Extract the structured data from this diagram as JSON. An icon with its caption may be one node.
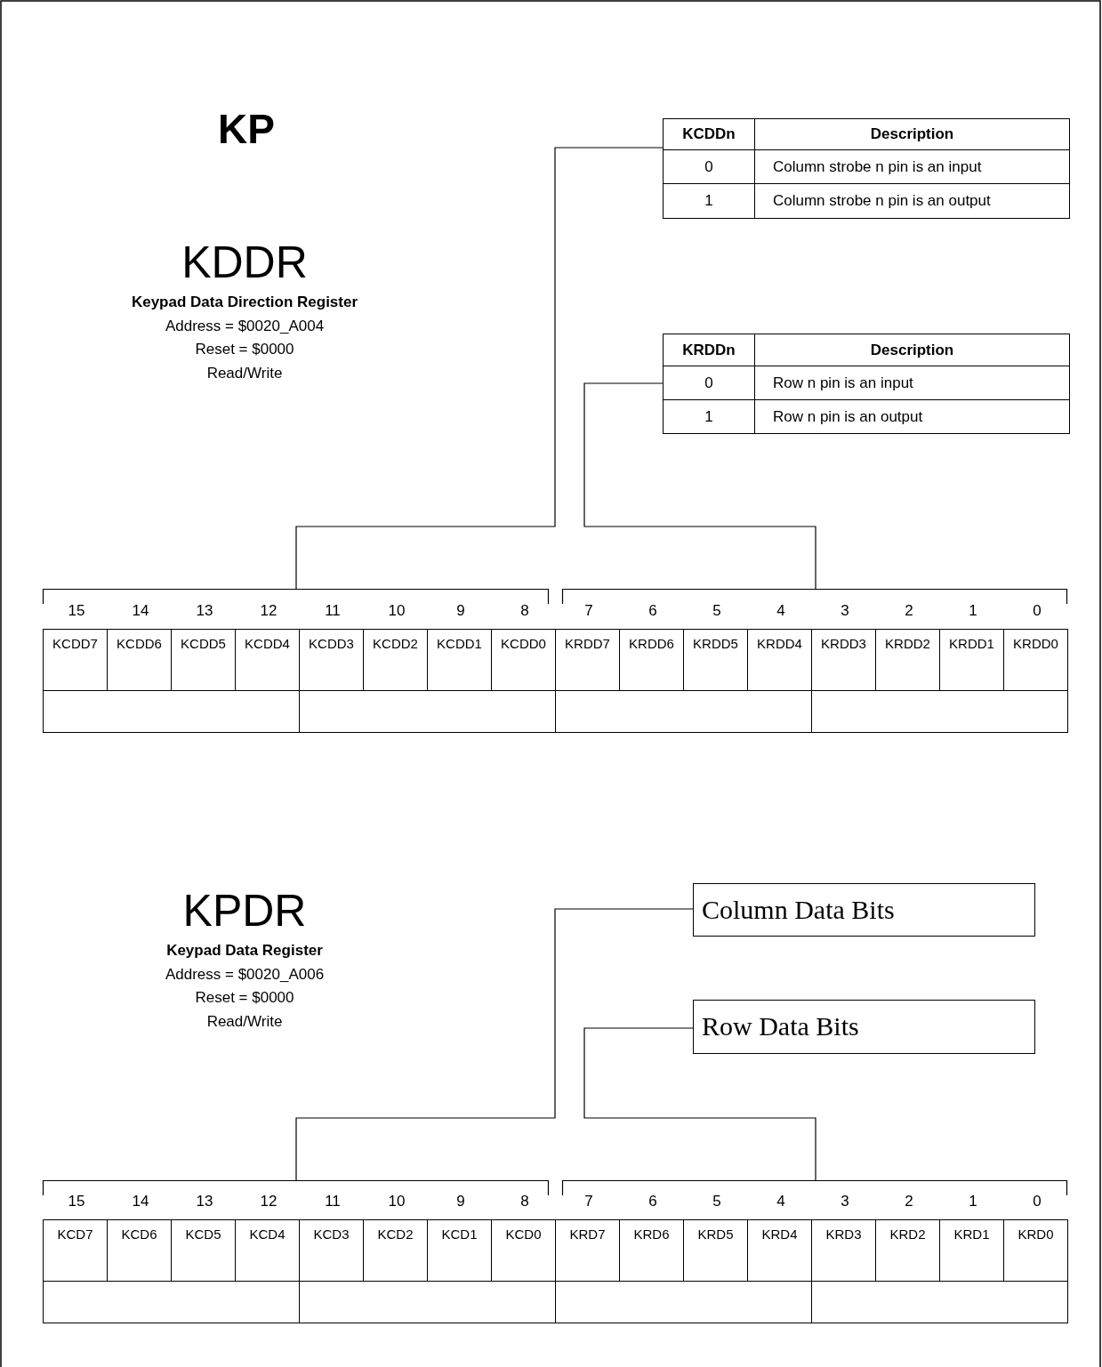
{
  "diagram": {
    "title": "KP",
    "nodes": [
      {
        "text": [
          "KCDDn",
          "Description",
          "0",
          "Column strobe n pin is an input",
          "1",
          "Column strobe n pin is an output"
        ]
      },
      {
        "text": [
          "KRDDn",
          "Description",
          "0",
          "Row n pin is an input",
          "1",
          "Row n pin is an output"
        ]
      },
      {
        "text": [
          "KCDD7",
          "KCDD6",
          "KCDD5",
          "KCDD4",
          "KCDD3",
          "KCDD2",
          "KCDD1",
          "KCDD0"
        ]
      },
      {
        "text": [
          "KRDD7",
          "KRDD6",
          "KRDD5",
          "KRDD4",
          "KRDD3",
          "KRDD2",
          "KRDD1",
          "KRDD0"
        ]
      },
      {
        "text": [
          "Column Data Bits"
        ]
      },
      {
        "text": [
          "Row Data Bits"
        ]
      },
      {
        "text": [
          "KCD7",
          "KCD6",
          "KCD5",
          "KCD4",
          "KCD3",
          "KCD2",
          "KCD1",
          "KCD0"
        ]
      },
      {
        "text": [
          "KRD7",
          "KRD6",
          "KRD5",
          "KRD4",
          "KRD3",
          "KRD2",
          "KRD1",
          "KRD0"
        ]
      }
    ],
    "edges": [
      {
        "from": 0,
        "to": 2,
        "arrow": "none"
      },
      {
        "from": 1,
        "to": 3,
        "arrow": "none"
      },
      {
        "from": 4,
        "to": 6,
        "arrow": "none"
      },
      {
        "from": 5,
        "to": 7,
        "arrow": "none"
      }
    ],
    "labels": [
      "KDDR",
      "Keypad Data Direction Register",
      "Address = $0020_A004",
      "Reset = $0000",
      "Read/Write",
      "15",
      "14",
      "13",
      "12",
      "11",
      "10",
      "9",
      "8",
      "7",
      "6",
      "5",
      "4",
      "3",
      "2",
      "1",
      "0",
      "KPDR",
      "Keypad Data Register",
      "Address = $0020_A006",
      "Reset = $0000",
      "Read/Write",
      "15",
      "14",
      "13",
      "12",
      "11",
      "10",
      "9",
      "8",
      "7",
      "6",
      "5",
      "4",
      "3",
      "2",
      "1",
      "0"
    ]
  }
}
